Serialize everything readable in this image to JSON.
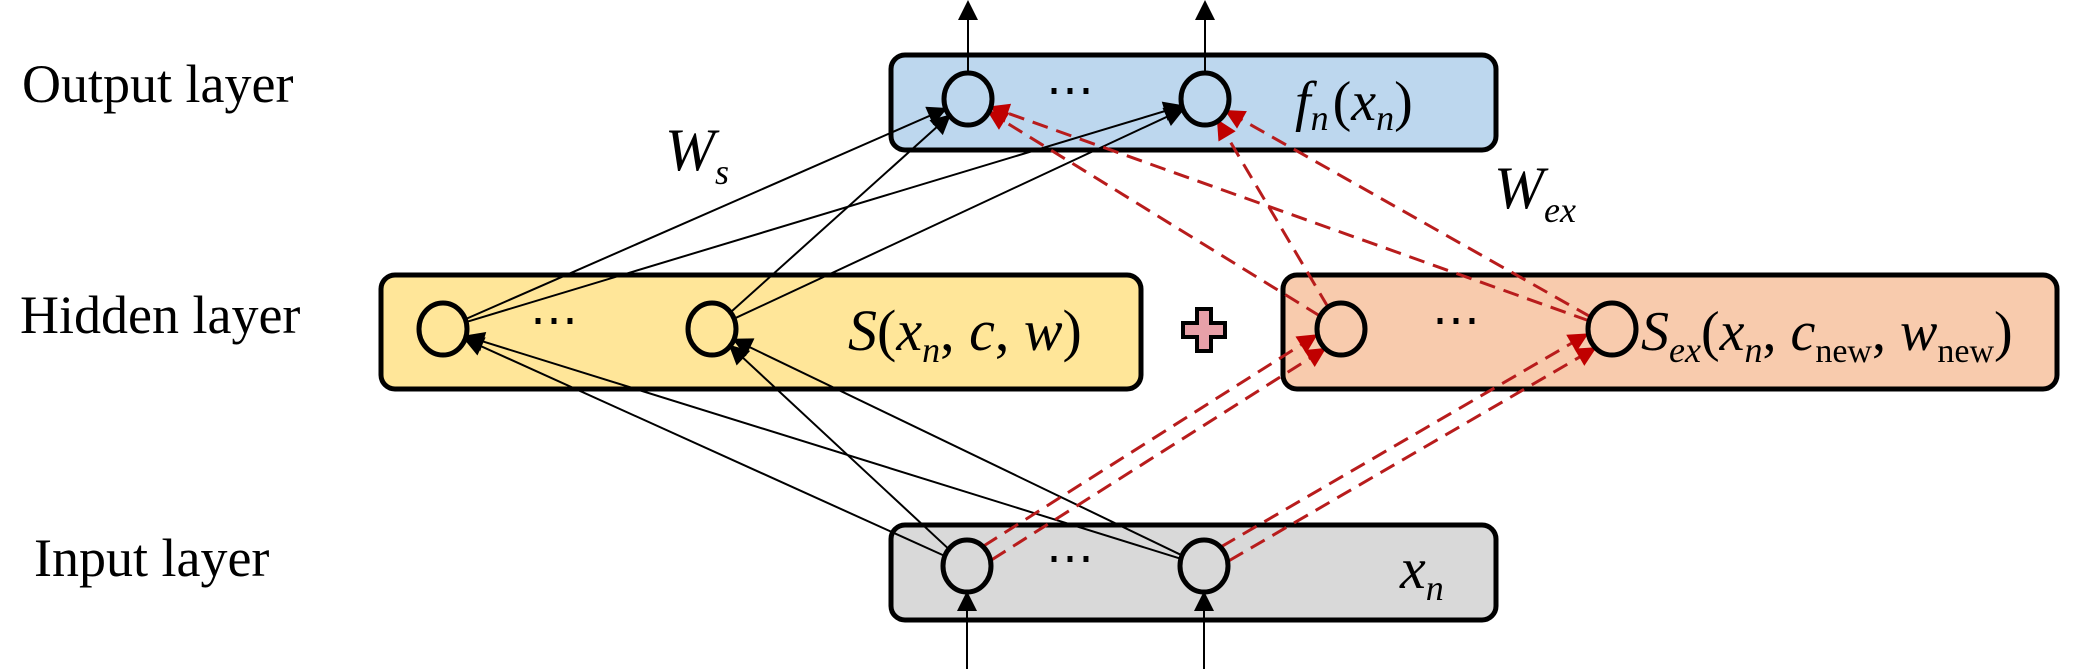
{
  "labels": {
    "output_layer": "Output layer",
    "hidden_layer": "Hidden layer",
    "input_layer": "Input layer"
  },
  "weights": {
    "shared": {
      "base": "W",
      "sub": "s"
    },
    "extra": {
      "base": "W",
      "sub": "ex"
    }
  },
  "boxes": {
    "output": {
      "fn": "f",
      "fn_sub": "n",
      "arg": "x",
      "arg_sub": "n",
      "fill": "#bdd7ee",
      "ellipsis": "⋯"
    },
    "hidden_shared": {
      "fn": "S",
      "arg1": "x",
      "arg1_sub": "n",
      "arg2": "c",
      "arg3": "w",
      "fill": "#ffe699",
      "ellipsis": "⋯"
    },
    "hidden_extra": {
      "fn": "S",
      "fn_sub": "ex",
      "arg1": "x",
      "arg1_sub": "n",
      "arg2": "c",
      "arg2_sub": "new",
      "arg3": "w",
      "arg3_sub": "new",
      "fill": "#f8cbad",
      "ellipsis": "⋯"
    },
    "input": {
      "var": "x",
      "var_sub": "n",
      "fill": "#d9d9d9",
      "ellipsis": "⋯"
    }
  },
  "combine_symbol": {
    "icon": "plus-icon",
    "fill": "#e8a0a8"
  },
  "colors": {
    "solid_edge": "#000000",
    "dashed_edge": "#b81c1c"
  },
  "connections": {
    "solid": [
      {
        "from": "input-node-1",
        "to": "hidden-s-node-1"
      },
      {
        "from": "input-node-1",
        "to": "hidden-s-node-2"
      },
      {
        "from": "input-node-2",
        "to": "hidden-s-node-1"
      },
      {
        "from": "input-node-2",
        "to": "hidden-s-node-2"
      },
      {
        "from": "hidden-s-node-1",
        "to": "output-node-1"
      },
      {
        "from": "hidden-s-node-1",
        "to": "output-node-2"
      },
      {
        "from": "hidden-s-node-2",
        "to": "output-node-1"
      },
      {
        "from": "hidden-s-node-2",
        "to": "output-node-2"
      }
    ],
    "dashed": [
      {
        "from": "input-node-1",
        "to": "hidden-ex-node-1"
      },
      {
        "from": "input-node-2",
        "to": "hidden-ex-node-2"
      },
      {
        "from": "hidden-ex-node-1",
        "to": "output-node-1"
      },
      {
        "from": "hidden-ex-node-1",
        "to": "output-node-2"
      },
      {
        "from": "hidden-ex-node-2",
        "to": "output-node-1"
      },
      {
        "from": "hidden-ex-node-2",
        "to": "output-node-2"
      }
    ]
  }
}
